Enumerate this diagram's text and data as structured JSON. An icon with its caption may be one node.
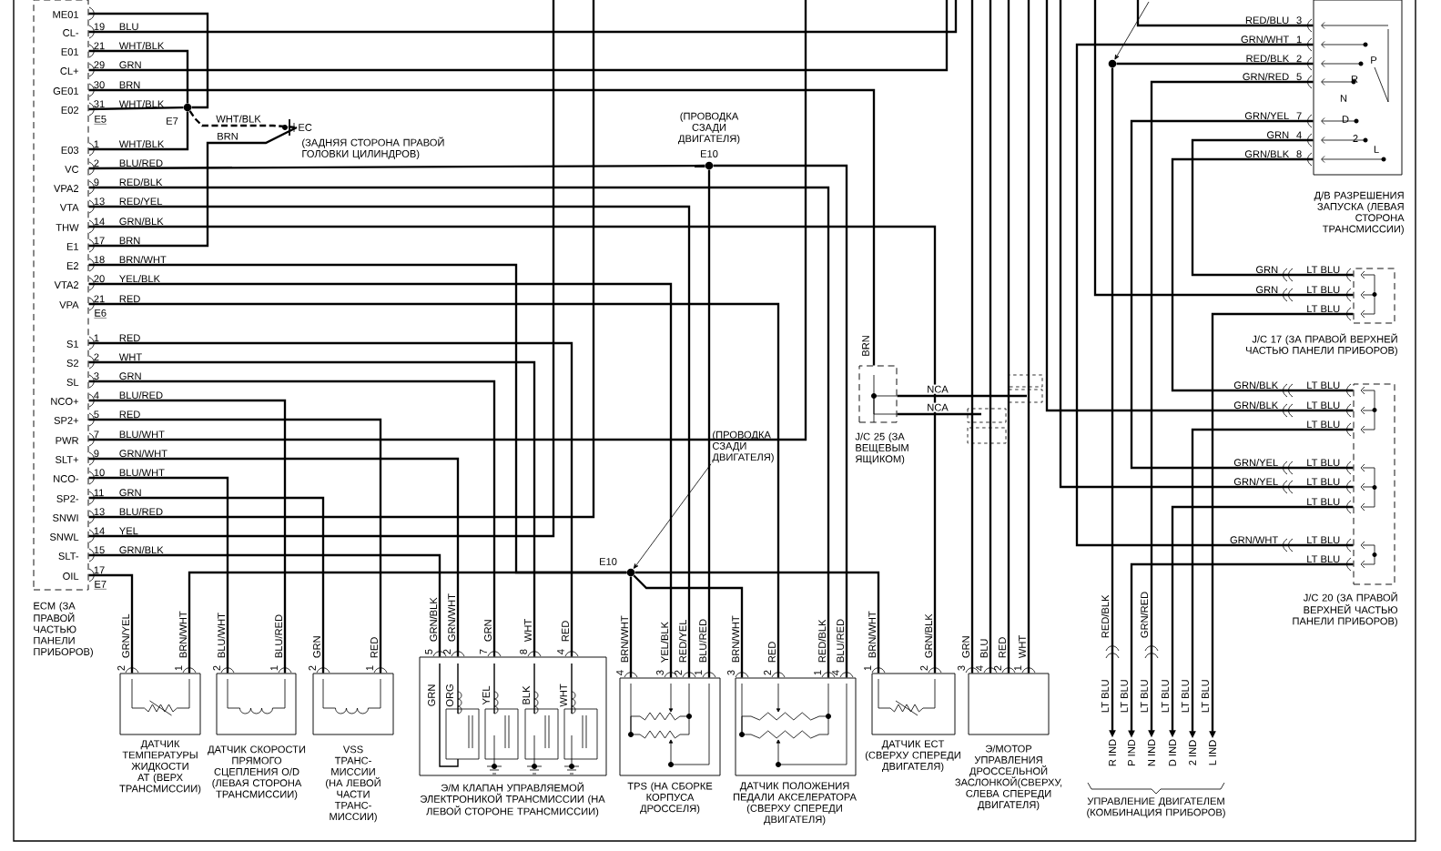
{
  "diagram": {
    "nodes": [
      {
        "text": [
          "ME01",
          "CL-",
          "E01",
          "CL+",
          "GE01",
          "E02",
          "E03",
          "VC",
          "VPA2",
          "VTA",
          "THW",
          "E1",
          "E2",
          "VTA2",
          "VPA",
          "S1",
          "S2",
          "SL",
          "NCO+",
          "SP2+",
          "PWR",
          "SLT+",
          "NCO-",
          "SP2-",
          "SNWI",
          "SNWL",
          "SLT-",
          "OIL",
          "ECM (ЗА ПРАВОЙ ЧАСТЬЮ ПАНЕЛИ ПРИБОРОВ)"
        ],
        "beside": [
          "19",
          "BLU",
          "21",
          "WHT/BLK",
          "29",
          "GRN",
          "30",
          "BRN",
          "31",
          "WHT/BLK",
          "1",
          "WHT/BLK",
          "2",
          "BLU/RED",
          "9",
          "RED/BLK",
          "13",
          "RED/YEL",
          "14",
          "GRN/BLK",
          "17",
          "BRN",
          "18",
          "BRN/WHT",
          "20",
          "YEL/BLK",
          "21",
          "RED",
          "1",
          "RED",
          "2",
          "WHT",
          "3",
          "GRN",
          "4",
          "BLU/RED",
          "5",
          "RED",
          "7",
          "BLU/WHT",
          "9",
          "GRN/WHT",
          "10",
          "BLU/WHT",
          "11",
          "GRN",
          "13",
          "BLU/RED",
          "14",
          "YEL",
          "15",
          "GRN/BLK",
          "17"
        ]
      },
      {
        "text": [
          "EC",
          "(ЗАДНЯЯ СТОРОНА ПРАВОЙ ГОЛОВКИ ЦИЛИНДРОВ)"
        ]
      },
      {
        "text": [
          "E7"
        ]
      },
      {
        "text": [
          "(ПРОВОДКА СЗАДИ ДВИГАТЕЛЯ)",
          "E10"
        ]
      },
      {
        "text": [
          "E10"
        ]
      },
      {
        "text": [
          "(ПРОВОДКА СЗАДИ ДВИГАТЕЛЯ)"
        ]
      },
      {
        "text": [],
        "shape": "circle"
      },
      {
        "text": [
          "ДАТЧИК ТЕМПЕРАТУРЫ ЖИДКОСТИ AT (ВЕРХ ТРАНСМИССИИ)"
        ],
        "beside": [
          "2",
          "GRN/YEL",
          "1",
          "BRN/WHT"
        ]
      },
      {
        "text": [
          "ДАТЧИК СКОРОСТИ ПРЯМОГО СЦЕПЛЕНИЯ O/D (ЛЕВАЯ СТОРОНА ТРАНСМИССИИ)"
        ],
        "beside": [
          "2",
          "BLU/WHT",
          "1",
          "BLU/RED"
        ]
      },
      {
        "text": [
          "VSS ТРАНС-МИССИИ (НА ЛЕВОЙ ЧАСТИ ТРАНС-МИССИИ)"
        ],
        "beside": [
          "2",
          "GRN",
          "1",
          "RED"
        ]
      },
      {
        "text": [
          "GRN",
          "ORG",
          "YEL",
          "BLK",
          "WHT",
          "Э/М КЛАПАН УПРАВЛЯЕМОЙ ЭЛЕКТРОНИКОЙ ТРАНСМИССИИ (НА ЛЕВОЙ СТОРОНЕ ТРАНСМИССИИ)"
        ],
        "beside": [
          "5",
          "GRN/BLK",
          "2",
          "GRN/WHT",
          "7",
          "GRN",
          "8",
          "WHT",
          "4",
          "RED"
        ]
      },
      {
        "text": [
          "TPS (НА СБОРКЕ КОРПУСА ДРОССЕЛЯ)"
        ],
        "beside": [
          "4",
          "BRN/WHT",
          "3",
          "YEL/BLK",
          "2",
          "RED/YEL",
          "1",
          "BLU/RED"
        ]
      },
      {
        "text": [
          "ДАТЧИК ПОЛОЖЕНИЯ ПЕДАЛИ АКСЕЛЕРАТОРА (СВЕРХУ СПЕРЕДИ ДВИГАТЕЛЯ)"
        ],
        "beside": [
          "3",
          "BRN/WHT",
          "2",
          "RED",
          "1",
          "RED/BLK",
          "4",
          "BLU/RED"
        ]
      },
      {
        "text": [
          "ДАТЧИК ECT (СВЕРХУ СПЕРЕДИ ДВИГАТЕЛЯ)"
        ],
        "beside": [
          "1",
          "BRN/WHT",
          "2",
          "GRN/BLK"
        ]
      },
      {
        "text": [
          "Э/МОТОР УПРАВЛЕНИЯ ДРОССЕЛЬНОЙ ЗАСЛОНКОЙ(СВЕРХУ, СЛЕВА СПЕРЕДИ ДВИГАТЕЛЯ)"
        ],
        "beside": [
          "3",
          "GRN",
          "4",
          "BLU",
          "2",
          "RED",
          "1",
          "WHT"
        ]
      },
      {
        "text": [
          "J/C 25 (ЗА ВЕЩЕВЫМ ЯЩИКОМ)"
        ],
        "beside": [
          "BRN"
        ]
      },
      {
        "text": [
          "P",
          "R",
          "N",
          "D",
          "2",
          "L",
          "Д/В РАЗРЕШЕНИЯ ЗАПУСКА (ЛЕВАЯ СТОРОНА ТРАНСМИССИИ)"
        ],
        "beside": [
          "RED/BLU",
          "3",
          "GRN/WHT",
          "1",
          "RED/BLK",
          "2",
          "GRN/RED",
          "5",
          "GRN/YEL",
          "7",
          "GRN",
          "4",
          "GRN/BLK",
          "8"
        ]
      },
      {
        "text": [
          "J/C 17 (ЗА ПРАВОЙ ВЕРХНЕЙ ЧАСТЬЮ ПАНЕЛИ ПРИБОРОВ)"
        ],
        "beside": [
          "GRN",
          "LT BLU",
          "GRN",
          "LT BLU",
          "LT BLU"
        ]
      },
      {
        "text": [
          "J/C 20 (ЗА ПРАВОЙ ВЕРХНЕЙ ЧАСТЬЮ ПАНЕЛИ ПРИБОРОВ)"
        ],
        "beside": [
          "GRN/BLK",
          "LT BLU",
          "GRN/BLK",
          "LT BLU",
          "LT BLU",
          "GRN/YEL",
          "LT BLU",
          "GRN/YEL",
          "LT BLU",
          "LT BLU",
          "GRN/WHT",
          "LT BLU",
          "LT BLU"
        ]
      },
      {
        "text": [
          "R IND"
        ],
        "beside": [
          "RED/BLK",
          "LT BLU"
        ]
      },
      {
        "text": [
          "P IND"
        ],
        "beside": [
          "LT BLU"
        ]
      },
      {
        "text": [
          "N IND"
        ],
        "beside": [
          "GRN/RED",
          "LT BLU"
        ]
      },
      {
        "text": [
          "D IND"
        ],
        "beside": [
          "LT BLU"
        ]
      },
      {
        "text": [
          "2 IND"
        ],
        "beside": [
          "LT BLU"
        ]
      },
      {
        "text": [
          "L IND"
        ],
        "beside": [
          "LT BLU"
        ]
      }
    ],
    "edges": [
      {
        "from": 0,
        "to": 2,
        "arrow": "none"
      },
      {
        "from": 0,
        "to": 2,
        "arrow": "none"
      },
      {
        "from": 0,
        "to": 2,
        "arrow": "none"
      },
      {
        "from": 0,
        "to": 2,
        "arrow": "none"
      },
      {
        "from": 2,
        "to": 1,
        "arrow": "none",
        "style": "dashed",
        "label": "WHT/BLK"
      },
      {
        "from": 0,
        "to": 1,
        "arrow": "none",
        "label": "BRN"
      },
      {
        "from": 0,
        "to": null,
        "arrow": "none"
      },
      {
        "from": 0,
        "to": null,
        "arrow": "none"
      },
      {
        "from": 0,
        "to": 15,
        "arrow": "none"
      },
      {
        "from": 0,
        "to": 3,
        "arrow": "none"
      },
      {
        "from": 3,
        "to": 11,
        "arrow": "none"
      },
      {
        "from": 3,
        "to": 12,
        "arrow": "none"
      },
      {
        "from": 0,
        "to": 12,
        "arrow": "none"
      },
      {
        "from": 0,
        "to": 11,
        "arrow": "none"
      },
      {
        "from": 0,
        "to": 13,
        "arrow": "none"
      },
      {
        "from": 0,
        "to": 4,
        "arrow": "none"
      },
      {
        "from": 4,
        "to": 7,
        "arrow": "none"
      },
      {
        "from": 0,
        "to": 7,
        "arrow": "none"
      },
      {
        "from": 0,
        "to": 8,
        "arrow": "none"
      },
      {
        "from": 0,
        "to": 8,
        "arrow": "none"
      },
      {
        "from": 0,
        "to": 9,
        "arrow": "none"
      },
      {
        "from": 0,
        "to": 9,
        "arrow": "none"
      },
      {
        "from": 0,
        "to": 10,
        "arrow": "none"
      },
      {
        "from": 0,
        "to": 10,
        "arrow": "none"
      },
      {
        "from": 0,
        "to": 10,
        "arrow": "none"
      },
      {
        "from": 0,
        "to": 10,
        "arrow": "none"
      },
      {
        "from": 0,
        "to": 10,
        "arrow": "none"
      },
      {
        "from": 4,
        "to": 11,
        "arrow": "none"
      },
      {
        "from": 0,
        "to": 11,
        "arrow": "none"
      },
      {
        "from": 4,
        "to": 12,
        "arrow": "none"
      },
      {
        "from": 0,
        "to": 12,
        "arrow": "none"
      },
      {
        "from": 4,
        "to": 13,
        "arrow": "none"
      },
      {
        "from": 5,
        "to": 4,
        "arrow": "to"
      },
      {
        "from": 0,
        "to": null,
        "arrow": "none"
      },
      {
        "from": 0,
        "to": null,
        "arrow": "none"
      },
      {
        "from": 0,
        "to": null,
        "arrow": "none"
      },
      {
        "from": null,
        "to": 14,
        "arrow": "none"
      },
      {
        "from": null,
        "to": 14,
        "arrow": "none"
      },
      {
        "from": null,
        "to": 14,
        "arrow": "none"
      },
      {
        "from": null,
        "to": 14,
        "arrow": "none"
      },
      {
        "from": 15,
        "to": null,
        "arrow": "none",
        "label": "NCA"
      },
      {
        "from": 15,
        "to": null,
        "arrow": "none",
        "label": "NCA"
      },
      {
        "from": 16,
        "to": null,
        "arrow": "none"
      },
      {
        "from": 16,
        "to": 6,
        "arrow": "none"
      },
      {
        "from": null,
        "to": 6,
        "arrow": "to"
      },
      {
        "from": 6,
        "to": 19,
        "arrow": "to"
      },
      {
        "from": 16,
        "to": 21,
        "arrow": "to"
      },
      {
        "from": 16,
        "to": 18,
        "arrow": "none"
      },
      {
        "from": 16,
        "to": 18,
        "arrow": "none"
      },
      {
        "from": 16,
        "to": 17,
        "arrow": "none"
      },
      {
        "from": 16,
        "to": 18,
        "arrow": "none"
      },
      {
        "from": null,
        "to": 17,
        "arrow": "none"
      },
      {
        "from": null,
        "to": 18,
        "arrow": "none"
      },
      {
        "from": null,
        "to": 18,
        "arrow": "none"
      },
      {
        "from": 18,
        "to": 20,
        "arrow": "to"
      },
      {
        "from": 18,
        "to": 22,
        "arrow": "to"
      },
      {
        "from": 18,
        "to": 23,
        "arrow": "to"
      },
      {
        "from": 17,
        "to": 24,
        "arrow": "to"
      }
    ],
    "labels": [
      "E5",
      "E6",
      "E7",
      "УПРАВЛЕНИЕ ДВИГАТЕЛЕМ (КОМБИНАЦИЯ ПРИБОРОВ)"
    ]
  }
}
